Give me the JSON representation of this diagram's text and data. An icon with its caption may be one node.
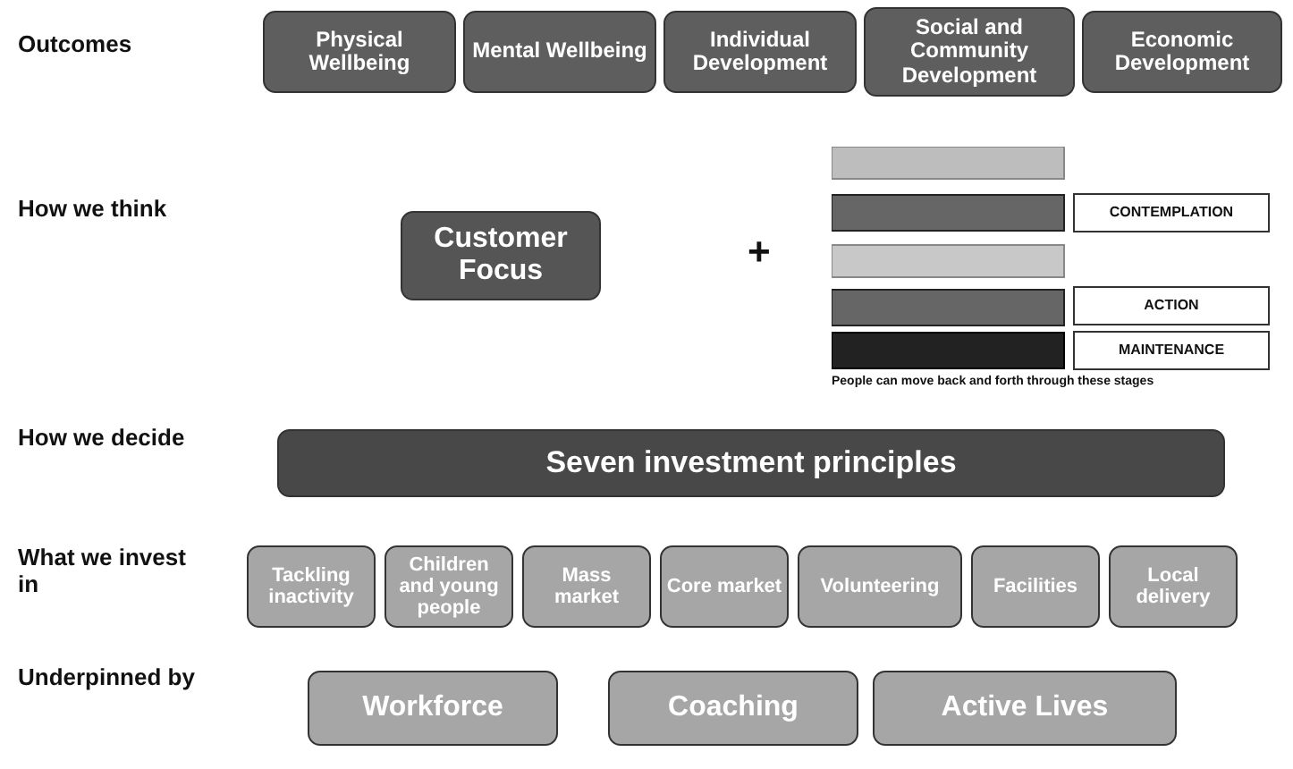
{
  "diagram": {
    "nodes": [
      {
        "text": [
          "Physical Wellbeing"
        ]
      },
      {
        "text": [
          "Mental Wellbeing"
        ]
      },
      {
        "text": [
          "Individual Development"
        ]
      },
      {
        "text": [
          "Social and Community Development"
        ]
      },
      {
        "text": [
          "Economic Development"
        ]
      },
      {
        "text": [
          "Customer Focus"
        ]
      },
      {
        "text": [
          "CONTEMPLATION"
        ]
      },
      {
        "text": [
          "ACTION"
        ]
      },
      {
        "text": [
          "MAINTENANCE"
        ]
      },
      {
        "text": [
          "Seven investment principles"
        ]
      },
      {
        "text": [
          "Tackling inactivity"
        ]
      },
      {
        "text": [
          "Children and young people"
        ]
      },
      {
        "text": [
          "Mass market"
        ]
      },
      {
        "text": [
          "Core market"
        ]
      },
      {
        "text": [
          "Volunteering"
        ]
      },
      {
        "text": [
          "Facilities"
        ]
      },
      {
        "text": [
          "Local delivery"
        ]
      },
      {
        "text": [
          "Workforce"
        ]
      },
      {
        "text": [
          "Coaching"
        ]
      },
      {
        "text": [
          "Active Lives"
        ]
      }
    ],
    "labels": [
      "Outcomes",
      "How we think",
      "+",
      "People can move back and forth through these stages",
      "How we decide",
      "What we invest in",
      "Underpinned by"
    ]
  }
}
